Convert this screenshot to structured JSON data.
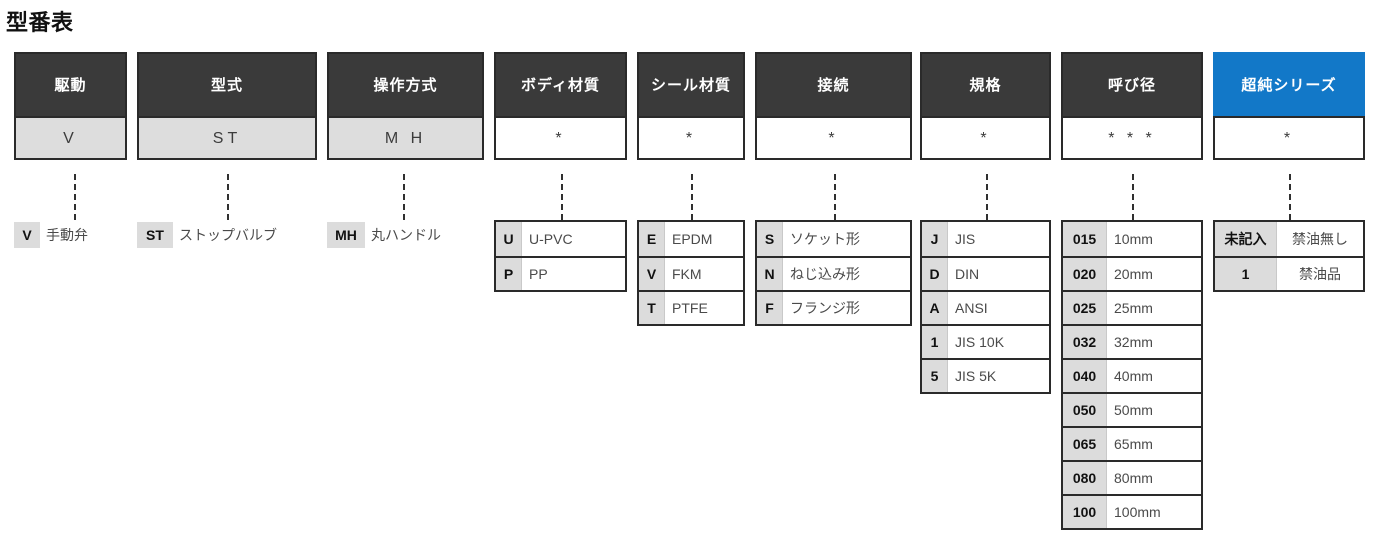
{
  "title": "型番表",
  "accent_color": "#1278c8",
  "header_color": "#3a3a3a",
  "columns": [
    {
      "key": "drive",
      "header": "駆動",
      "value": "V",
      "value_filled": true,
      "accent": false,
      "legend_style": "plain",
      "legend": [
        {
          "code": "V",
          "desc": "手動弁"
        }
      ]
    },
    {
      "key": "type",
      "header": "型式",
      "value": "ST",
      "value_filled": true,
      "accent": false,
      "legend_style": "plain",
      "legend": [
        {
          "code": "ST",
          "desc": "ストップバルブ"
        }
      ]
    },
    {
      "key": "operation",
      "header": "操作方式",
      "value": "M H",
      "value_filled": true,
      "accent": false,
      "legend_style": "plain",
      "legend": [
        {
          "code": "MH",
          "desc": "丸ハンドル"
        }
      ]
    },
    {
      "key": "body_material",
      "header": "ボディ材質",
      "value": "*",
      "value_filled": false,
      "accent": false,
      "legend_style": "boxed",
      "legend": [
        {
          "code": "U",
          "desc": "U-PVC"
        },
        {
          "code": "P",
          "desc": "PP"
        }
      ]
    },
    {
      "key": "seal_material",
      "header": "シール材質",
      "value": "*",
      "value_filled": false,
      "accent": false,
      "legend_style": "boxed",
      "legend": [
        {
          "code": "E",
          "desc": "EPDM"
        },
        {
          "code": "V",
          "desc": "FKM"
        },
        {
          "code": "T",
          "desc": "PTFE"
        }
      ]
    },
    {
      "key": "connection",
      "header": "接続",
      "value": "*",
      "value_filled": false,
      "accent": false,
      "legend_style": "boxed",
      "legend": [
        {
          "code": "S",
          "desc": "ソケット形"
        },
        {
          "code": "N",
          "desc": "ねじ込み形"
        },
        {
          "code": "F",
          "desc": "フランジ形"
        }
      ]
    },
    {
      "key": "standard",
      "header": "規格",
      "value": "*",
      "value_filled": false,
      "accent": false,
      "legend_style": "boxed",
      "legend": [
        {
          "code": "J",
          "desc": "JIS"
        },
        {
          "code": "D",
          "desc": "DIN"
        },
        {
          "code": "A",
          "desc": "ANSI"
        },
        {
          "code": "1",
          "desc": "JIS 10K"
        },
        {
          "code": "5",
          "desc": "JIS 5K"
        }
      ]
    },
    {
      "key": "nominal_diameter",
      "header": "呼び径",
      "value": "* * *",
      "value_filled": false,
      "accent": false,
      "legend_style": "boxed",
      "legend": [
        {
          "code": "015",
          "desc": "10mm"
        },
        {
          "code": "020",
          "desc": "20mm"
        },
        {
          "code": "025",
          "desc": "25mm"
        },
        {
          "code": "032",
          "desc": "32mm"
        },
        {
          "code": "040",
          "desc": "40mm"
        },
        {
          "code": "050",
          "desc": "50mm"
        },
        {
          "code": "065",
          "desc": "65mm"
        },
        {
          "code": "080",
          "desc": "80mm"
        },
        {
          "code": "100",
          "desc": "100mm"
        }
      ]
    },
    {
      "key": "ultrapure_series",
      "header": "超純シリーズ",
      "value": "*",
      "value_filled": false,
      "accent": true,
      "legend_style": "boxed",
      "legend": [
        {
          "code": "未記入",
          "desc": "禁油無し"
        },
        {
          "code": "1",
          "desc": "禁油品"
        }
      ]
    }
  ]
}
